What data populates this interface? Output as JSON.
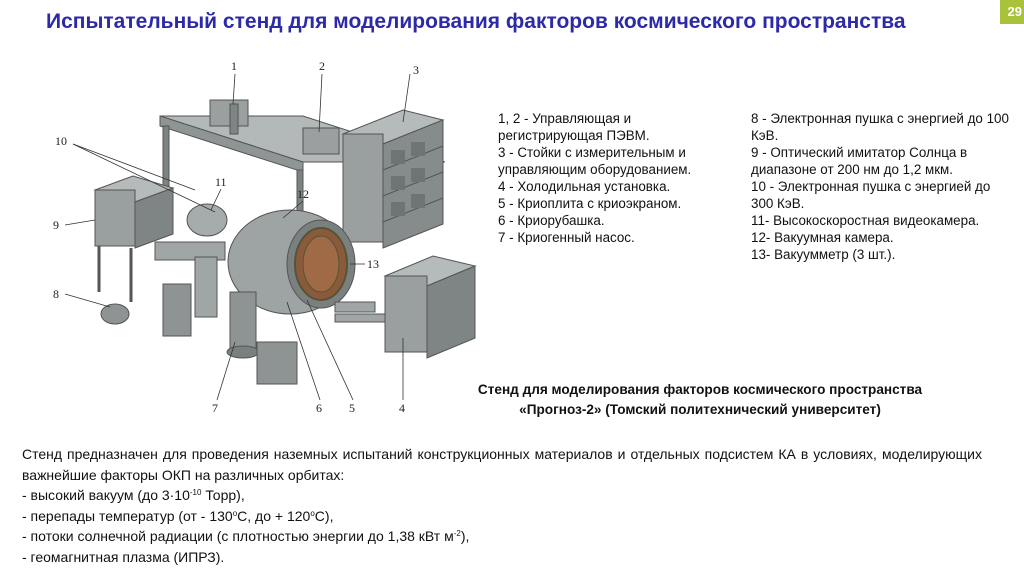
{
  "header": {
    "title": "Испытательный стенд для моделирования факторов космического пространства",
    "page_number": "29"
  },
  "figure": {
    "callouts": [
      "1",
      "2",
      "3",
      "10",
      "11",
      "12",
      "9",
      "13",
      "8",
      "7",
      "6",
      "5",
      "4"
    ]
  },
  "legend_left": [
    "1, 2 - Управляющая и регистрирующая ПЭВМ.",
    "3    - Стойки с измерительным и управляющим оборудованием.",
    "4 - Холодильная установка.",
    "5 - Криоплита с криоэкраном.",
    "6 - Криорубашка.",
    "7 - Криогенный насос."
  ],
  "legend_right": [
    "8 - Электронная пушка с энергией до 100 КэВ.",
    "9  - Оптический имитатор Солнца в диапазоне от 200 нм до 1,2 мкм.",
    "10 - Электронная пушка с энергией до 300 КэВ.",
    "11- Высокоскоростная видеокамера.",
    "12- Вакуумная камера.",
    "13- Вакуумметр (3 шт.)."
  ],
  "caption": {
    "line1": "Стенд для моделирования факторов космического пространства",
    "line2": "«Прогноз-2» (Томский политехнический университет)"
  },
  "description": {
    "intro": "Стенд предназначен для проведения наземных испытаний конструкционных материалов и отдельных подсистем КА в условиях, моделирующих важнейшие факторы ОКП на различных орбитах:",
    "vacuum_a": "- высокий вакуум (до 3·10",
    "vacuum_exp": "-10",
    "vacuum_b": " Торр),",
    "temp_a": "- перепады температур (от - 130",
    "temp_sup1": "о",
    "temp_b": "С, до + 120",
    "temp_sup2": "о",
    "temp_c": "С),",
    "solar_a": "- потоки солнечной радиации (с плотностью энергии до 1,38 кВт м",
    "solar_exp": "-2",
    "solar_b": "),",
    "plasma": "- геомагнитная плазма (ИПРЗ)."
  }
}
